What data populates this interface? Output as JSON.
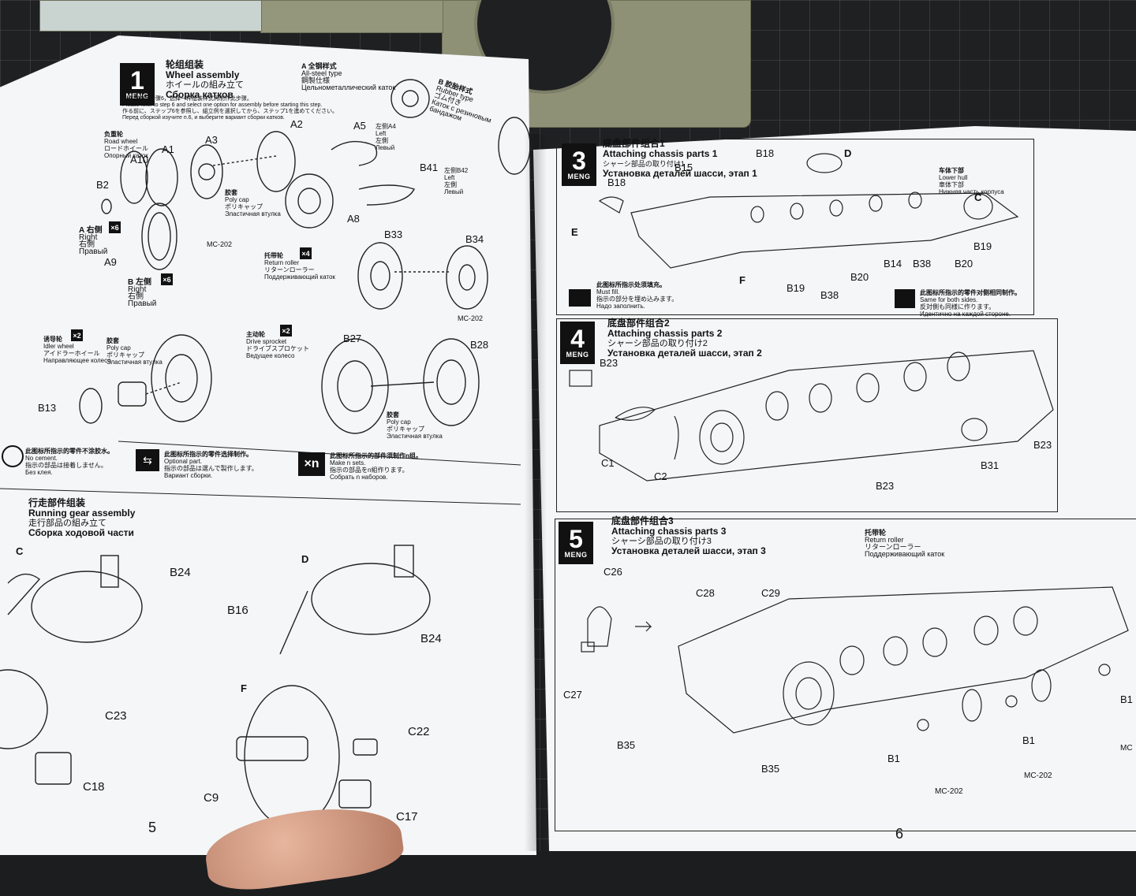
{
  "left_page": {
    "page_number": "5",
    "step1": {
      "number": "1",
      "brand": "MENG",
      "title_cn": "轮组组装",
      "title_en": "Wheel assembly",
      "title_jp": "ホイールの組み立て",
      "title_ru": "Сборка катков",
      "option_a_cn": "A 全钢样式",
      "option_a_en": "All-steel type",
      "option_a_jp": "鋼製仕様",
      "option_a_ru": "Цельнометаллический каток",
      "option_b_cn": "B 胶胎样式",
      "option_b_en": "Rubber type",
      "option_b_jp": "ゴム付き",
      "option_b_ru": "Каток с резиновым бандажом",
      "warning_cn": "制作前参阅步骤6，选择一种组装样式再制作此步骤。",
      "warning_en": "Please refer to step 6 and select one option for assembly before starting this step.",
      "warning_jp": "作る前に、ステップ6を参照し、組立例を選択してから、ステップ1を進めてください。",
      "warning_ru": "Перед сборкой изучите п.6, и выберите вариант сборки катков.",
      "road_wheel_cn": "负重轮",
      "road_wheel_jp": "ロードホイール",
      "road_wheel_en": "Road wheel",
      "road_wheel_ru": "Опорный каток",
      "poly_cap_cn": "胶套",
      "poly_cap_en": "Poly cap",
      "poly_cap_jp": "ポリキャップ",
      "poly_cap_ru": "Эластичная втулка",
      "left_label_cn": "左侧A4",
      "left_en": "Left",
      "left_jp": "左側",
      "left_ru": "Левый",
      "left_b42": "左侧B42",
      "right_en": "Right",
      "right_jp": "右側",
      "right_ru": "Правый",
      "a_right": "A 右侧",
      "b_left": "B 左侧",
      "x6": "×6",
      "x4": "×4",
      "x2": "×2",
      "mc": "MC-202",
      "return_roller_cn": "托带轮",
      "return_roller_en": "Return roller",
      "return_roller_jp": "リターンローラー",
      "return_roller_ru": "Поддерживающий каток",
      "idler_cn": "诱导轮",
      "idler_en": "Idler wheel",
      "idler_jp": "アイドラーホイール",
      "idler_ru": "Направляющее колесо",
      "sprocket_cn": "主动轮",
      "sprocket_en": "Drive sprocket",
      "sprocket_jp": "ドライブスプロケット",
      "sprocket_ru": "Ведущее колесо",
      "parts": [
        "A10",
        "A1",
        "A3",
        "A2",
        "A5",
        "B2",
        "A8",
        "A9",
        "B41",
        "B33",
        "B34",
        "B27",
        "B28",
        "B13"
      ]
    },
    "legend": {
      "nocement_cn": "此图标所指示的零件不涂胶水。",
      "nocement_en": "No cement.",
      "nocement_jp": "指示の部品は接着しません。",
      "nocement_ru": "Без клея.",
      "optional_cn": "此图标所指示的零件选择制作。",
      "optional_en": "Optional part.",
      "optional_jp": "指示の部品は選んで製作します。",
      "optional_ru": "Вариант сборки.",
      "xn": "×n",
      "nsets_cn": "此图标所指示的部件须制作n组。",
      "nsets_en": "Make n sets.",
      "nsets_jp": "指示の部品をn組作ります。",
      "nsets_ru": "Собрать n наборов."
    },
    "step2": {
      "title_cn": "行走部件组装",
      "title_en": "Running gear assembly",
      "title_jp": "走行部品の組み立て",
      "title_ru": "Сборка ходовой части",
      "parts": [
        "C",
        "B24",
        "D",
        "B16",
        "B24",
        "C23",
        "F",
        "C22",
        "C18",
        "C9",
        "C17"
      ]
    }
  },
  "right_page": {
    "page_number": "6",
    "step3": {
      "number": "3",
      "brand": "MENG",
      "title_cn": "底盘部件组合1",
      "title_en": "Attaching chassis parts 1",
      "title_jp": "シャーシ部品の取り付け1",
      "title_ru": "Установка деталей шасси, этап 1",
      "lower_hull_cn": "车体下部",
      "lower_hull_en": "Lower hull",
      "lower_hull_jp": "車体下部",
      "lower_hull_ru": "Нижняя часть корпуса",
      "parts": [
        "B18",
        "D",
        "B15",
        "B18",
        "C",
        "E",
        "B19",
        "B14",
        "B38",
        "B20",
        "B20",
        "F",
        "B19",
        "B38"
      ],
      "fill_cn": "此图标所指示处须填充。",
      "fill_en": "Must fill.",
      "fill_jp": "指示の部分を埋め込みます。",
      "fill_ru": "Надо заполнить.",
      "same_cn": "此图标所指示的零件对侧相同制作。",
      "same_en": "Same for both sides.",
      "same_jp": "反対側も同様に作ります。",
      "same_ru": "Идентично на каждой стороне."
    },
    "step4": {
      "number": "4",
      "brand": "MENG",
      "title_cn": "底盘部件组合2",
      "title_en": "Attaching chassis parts 2",
      "title_jp": "シャーシ部品の取り付け2",
      "title_ru": "Установка деталей шасси, этап 2",
      "parts": [
        "B23",
        "C1",
        "C2",
        "B23",
        "B31",
        "B23"
      ]
    },
    "step5": {
      "number": "5",
      "brand": "MENG",
      "title_cn": "底盘部件组合3",
      "title_en": "Attaching chassis parts 3",
      "title_jp": "シャーシ部品の取り付け3",
      "title_ru": "Установка деталей шасси, этап 3",
      "return_roller_cn": "托带轮",
      "return_roller_en": "Return roller",
      "return_roller_jp": "リターンローラー",
      "return_roller_ru": "Поддерживающий каток",
      "parts": [
        "C26",
        "C28",
        "C29",
        "C27",
        "B35",
        "B35",
        "B1",
        "B1",
        "B1"
      ],
      "mc": "MC-202",
      "mc_cut": "MC"
    }
  }
}
